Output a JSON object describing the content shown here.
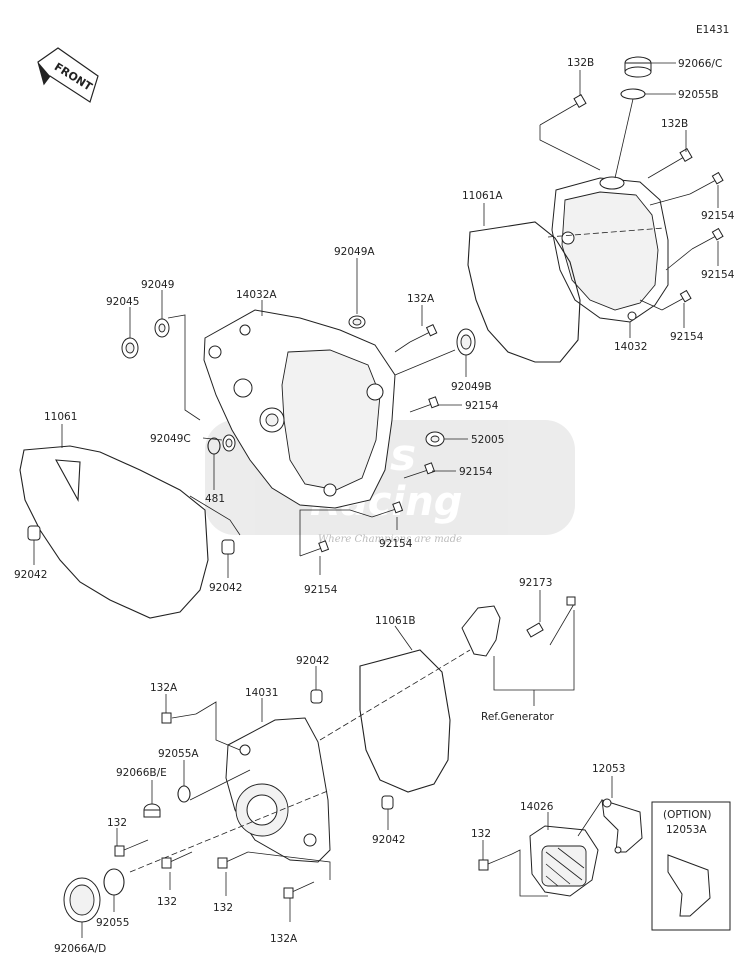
{
  "diagram_code": "E1431",
  "front_arrow": {
    "text": "FRONT",
    "icon": "front-direction-arrow-icon"
  },
  "watermark": {
    "brand_top": "Boss",
    "brand_bottom": "Racing",
    "tagline": "Where Champions are made"
  },
  "option_box": {
    "title": "(OPTION)",
    "part": "12053A"
  },
  "reference": "Ref.Generator",
  "labels": {
    "p132B_a": "132B",
    "p92066C": "92066/C",
    "p92055B": "92055B",
    "p132B_b": "132B",
    "p92154_a": "92154",
    "p11061A": "11061A",
    "p92154_b": "92154",
    "p92154_c": "92154",
    "p14032": "14032",
    "p92049_top": "92049",
    "p92045": "92045",
    "p14032A": "14032A",
    "p92049A": "92049A",
    "p132A_a": "132A",
    "p92049B": "92049B",
    "p92154_d": "92154",
    "p11061": "11061",
    "p92049C": "92049C",
    "p52005": "52005",
    "p481": "481",
    "p92154_e": "92154",
    "p92154_f": "92154",
    "p92042_a": "92042",
    "p92042_b": "92042",
    "p92154_g": "92154",
    "p92173": "92173",
    "p11061B": "11061B",
    "p92042_c": "92042",
    "p132A_b": "132A",
    "p14031": "14031",
    "p92055A": "92055A",
    "p92066BE": "92066B/E",
    "p12053": "12053",
    "p132_a": "132",
    "p14026": "14026",
    "p92042_d": "92042",
    "p132_b": "132",
    "p132_c": "132",
    "p132_d": "132",
    "p92055": "92055",
    "p132A_c": "132A",
    "p92066AD": "92066A/D"
  }
}
